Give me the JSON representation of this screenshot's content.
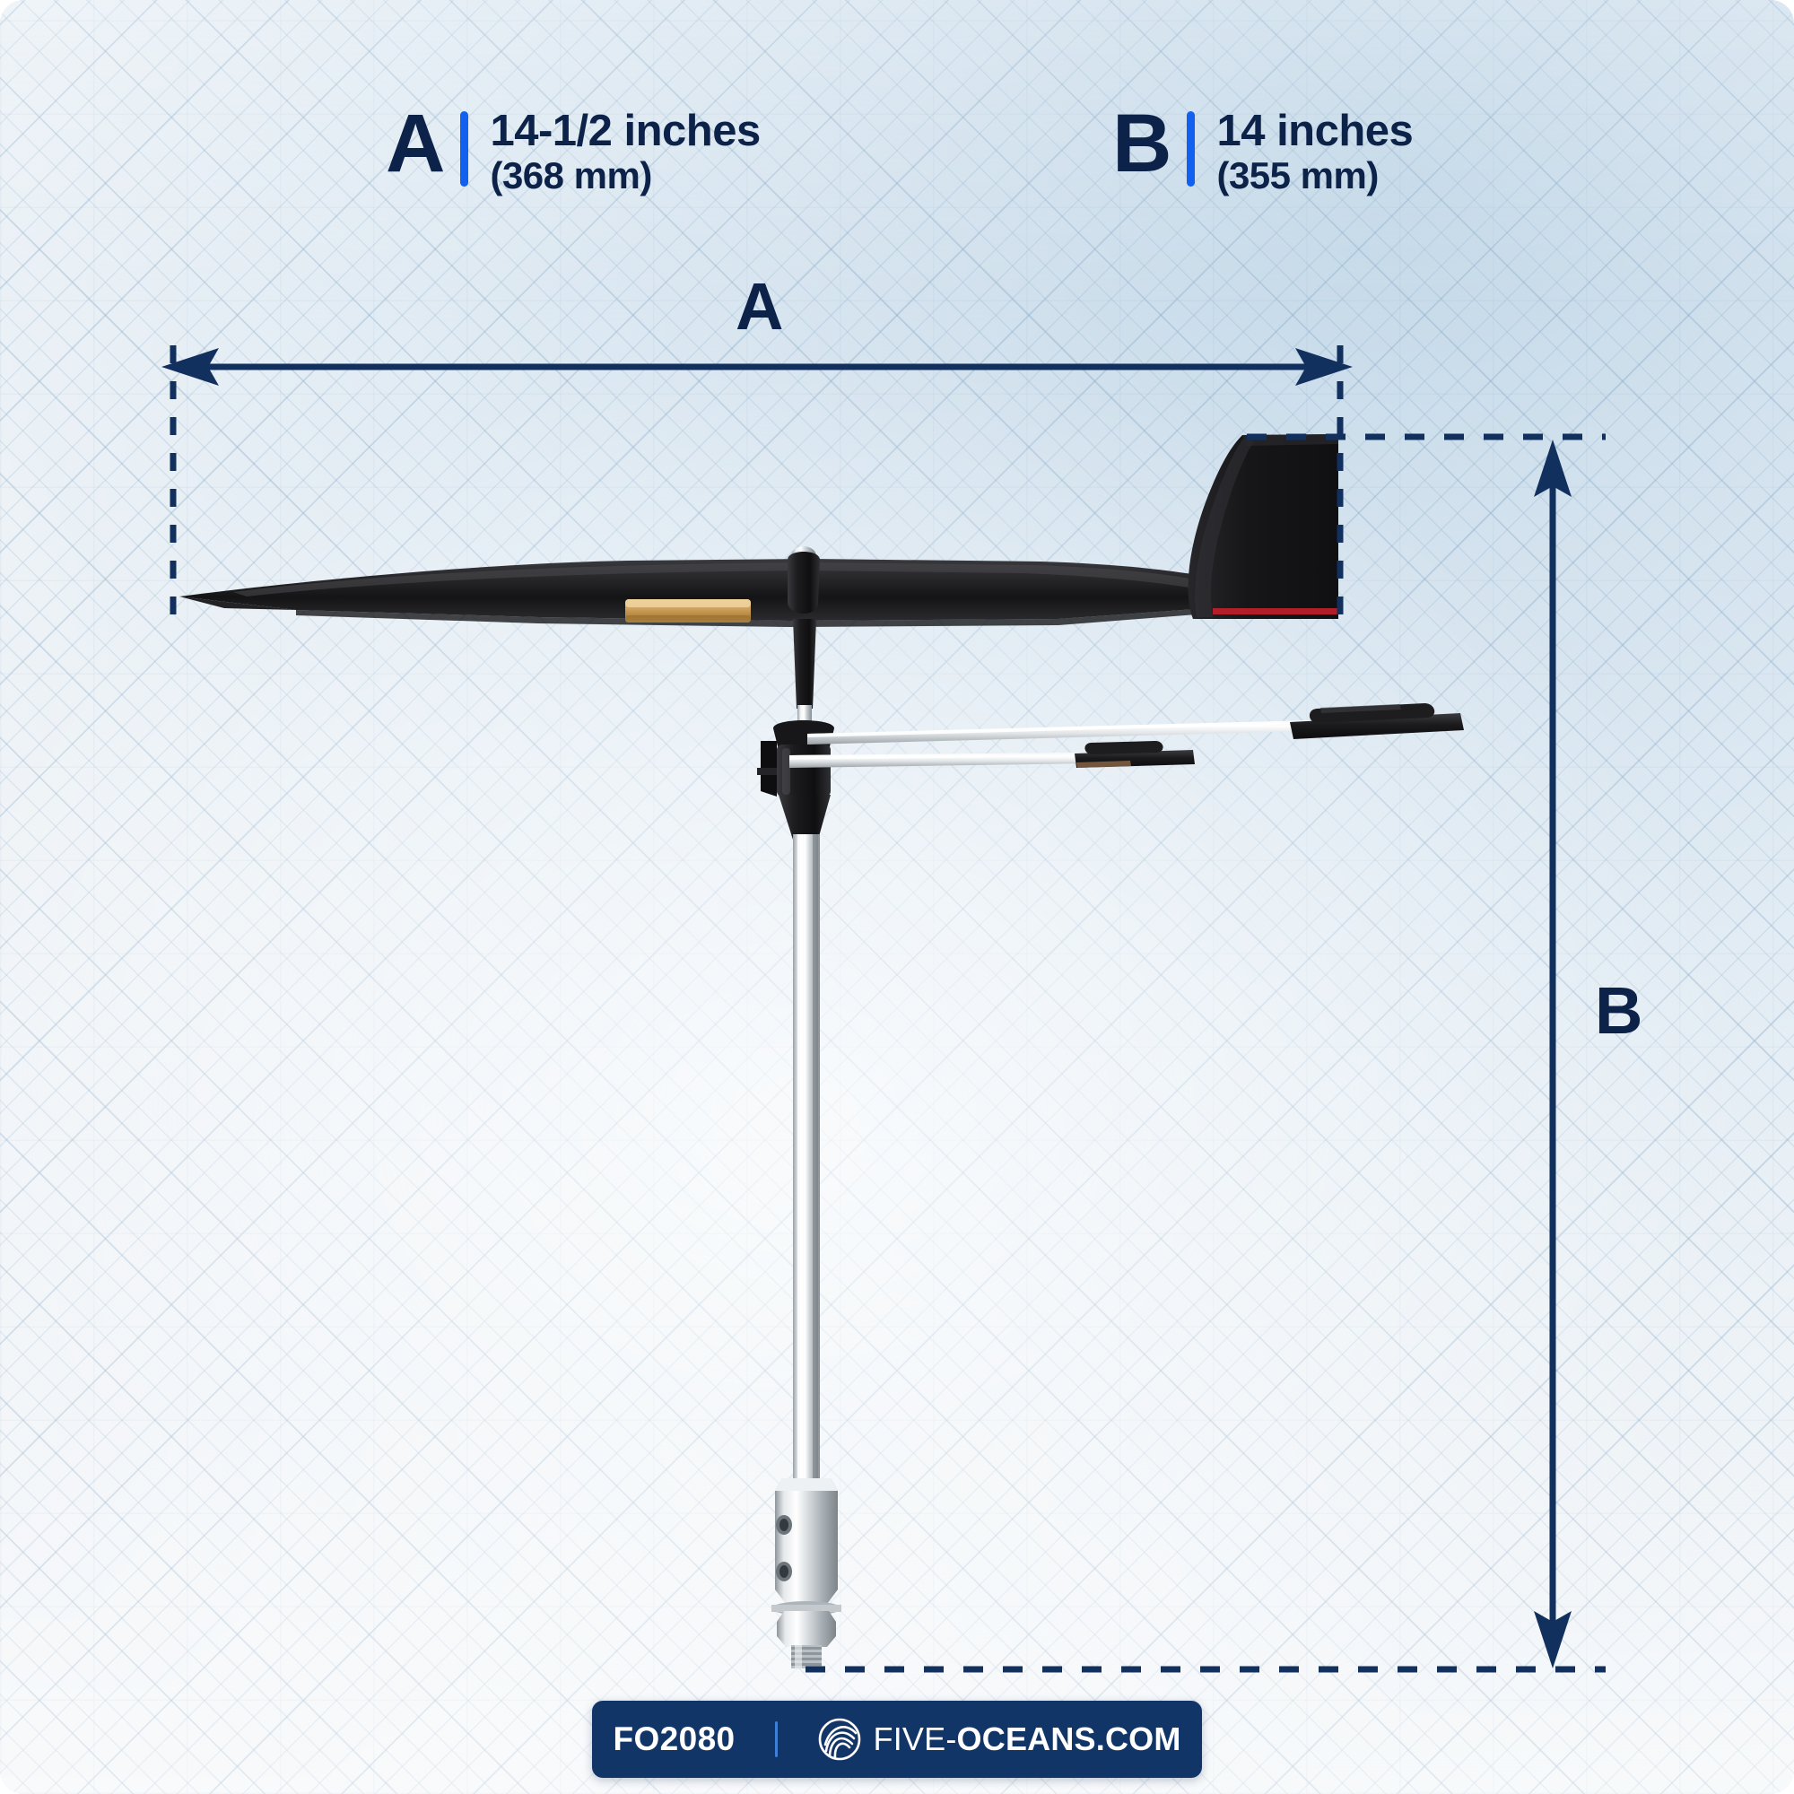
{
  "diagram": {
    "title_letters": {
      "a": "A",
      "b": "B"
    },
    "callouts": [
      {
        "id": "a",
        "letter": "A",
        "inches": "14-1/2 inches",
        "mm": "(368 mm)",
        "accent": "#1160f0"
      },
      {
        "id": "b",
        "letter": "B",
        "inches": "14 inches",
        "mm": "(355 mm)",
        "accent": "#1160f0"
      }
    ],
    "dimension_marks": {
      "a_label": "A",
      "b_label": "B"
    },
    "colors": {
      "navy": "#0d2248",
      "accent_blue": "#1160f0",
      "footer_bg": "#123567",
      "footer_sep": "#3f7fd8",
      "dim_line": "#12305e",
      "vane_black": "#1b1b1d",
      "brass": "#c79a52",
      "chrome": "#d9dde0",
      "red_stripe": "#c0202a"
    }
  },
  "footer": {
    "sku": "FO2080",
    "logo_icon": "shell-logo-icon",
    "brand_prefix": "FIVE-",
    "brand_suffix": "OCEANS.COM"
  },
  "product": {
    "name": "wind-vane-indicator",
    "parts": [
      "vane-airfoil-body",
      "tail-fin",
      "brass-counterweight",
      "pivot-hub",
      "bearing-collar",
      "reference-arm-long",
      "reference-arm-short",
      "mast-tube",
      "mounting-base",
      "threaded-stud"
    ]
  }
}
